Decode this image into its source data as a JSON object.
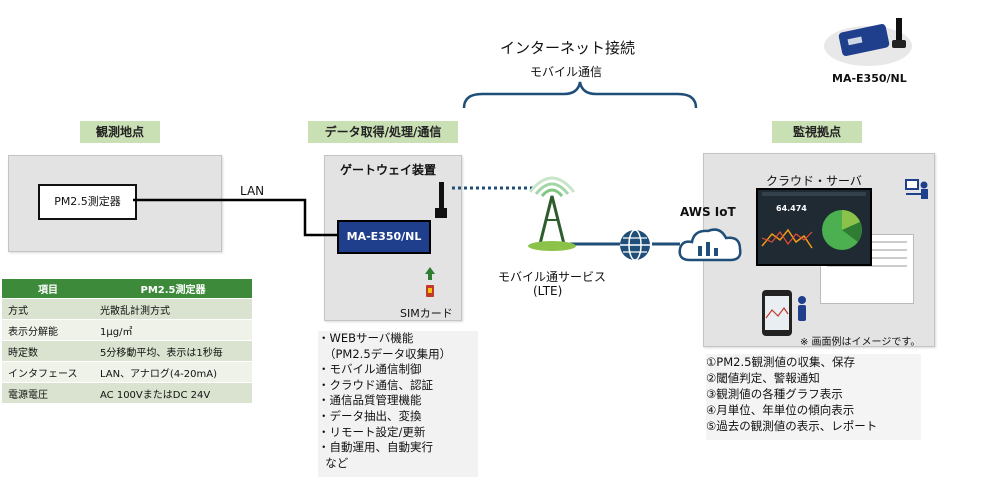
{
  "header": {
    "internet": "インターネット接続",
    "mobile": "モバイル通信"
  },
  "product": {
    "model": "MA-E350/NL"
  },
  "sections": {
    "site": "観測地点",
    "gateway": "データ取得/処理/通信",
    "monitor": "監視拠点"
  },
  "site": {
    "sensor": "PM2.5測定器",
    "lan": "LAN"
  },
  "gateway": {
    "title": "ゲートウェイ装置",
    "device": "MA-E350/NL",
    "sim": "SIMカード"
  },
  "network": {
    "mobile_service": "モバイル通サービス",
    "lte": "(LTE)"
  },
  "monitor": {
    "aws": "AWS IoT",
    "cloud_server": "クラウド・サーバ",
    "note": "※ 画面例はイメージです。",
    "dashboard_value": "64.474"
  },
  "spec_table": {
    "headers": [
      "項目",
      "PM2.5測定器"
    ],
    "rows": [
      [
        "方式",
        "光散乱計測方式"
      ],
      [
        "表示分解能",
        "1μg/㎥"
      ],
      [
        "時定数",
        "5分移動平均、表示は1秒毎"
      ],
      [
        "インタフェース",
        "LAN、アナログ(4-20mA)"
      ],
      [
        "電源電圧",
        "AC 100VまたはDC 24V"
      ]
    ]
  },
  "features": [
    "・WEBサーバ機能",
    "（PM2.5データ収集用）",
    "・モバイル通信制御",
    "・クラウド通信、認証",
    "・通信品質管理機能",
    "・データ抽出、変換",
    "・リモート設定/更新",
    "・自動運用、自動実行",
    "  など"
  ],
  "functions": [
    "①PM2.5観測値の収集、保存",
    "②閾値判定、警報通知",
    "③観測値の各種グラフ表示",
    "④月単位、年単位の傾向表示",
    "⑤過去の観測値の表示、レポート"
  ],
  "colors": {
    "label_bg": "#c9dfb4",
    "table_header": "#3c8a3a",
    "link_blue": "#1f4e79",
    "device_blue": "#1f3f8c"
  }
}
